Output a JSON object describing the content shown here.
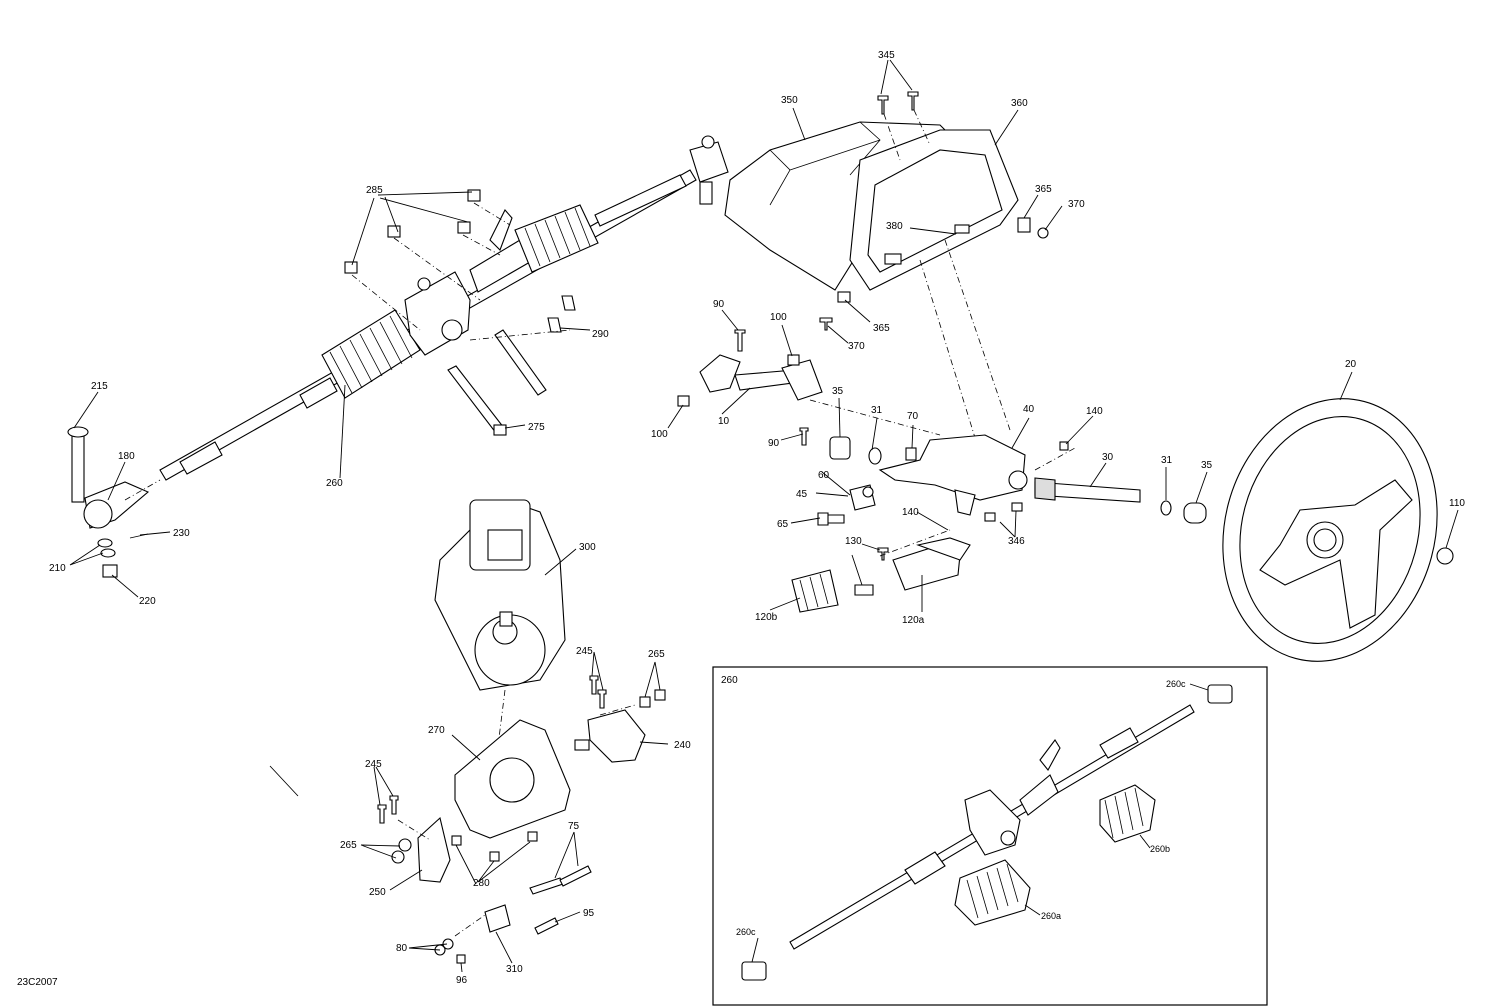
{
  "diagram": {
    "code": "23C2007",
    "inset_title": "260",
    "labels": {
      "p10": "10",
      "p20": "20",
      "p30": "30",
      "p31a": "31",
      "p31b": "31",
      "p35a": "35",
      "p35b": "35",
      "p40": "40",
      "p45": "45",
      "p60": "60",
      "p65": "65",
      "p70": "70",
      "p75": "75",
      "p80": "80",
      "p90a": "90",
      "p90b": "90",
      "p95": "95",
      "p96": "96",
      "p100a": "100",
      "p100b": "100",
      "p110": "110",
      "p120a": "120a",
      "p120b": "120b",
      "p130": "130",
      "p140a": "140",
      "p140b": "140",
      "p180": "180",
      "p210": "210",
      "p215": "215",
      "p220": "220",
      "p230": "230",
      "p240": "240",
      "p245a": "245",
      "p245b": "245",
      "p250": "250",
      "p260": "260",
      "p265a": "265",
      "p265b": "265",
      "p270": "270",
      "p275": "275",
      "p280": "280",
      "p285": "285",
      "p290": "290",
      "p300": "300",
      "p310": "310",
      "p345": "345",
      "p346": "346",
      "p350": "350",
      "p360": "360",
      "p365a": "365",
      "p365b": "365",
      "p370a": "370",
      "p370b": "370",
      "p380": "380",
      "p260a": "260a",
      "p260b": "260b",
      "p260c1": "260c",
      "p260c2": "260c"
    }
  }
}
